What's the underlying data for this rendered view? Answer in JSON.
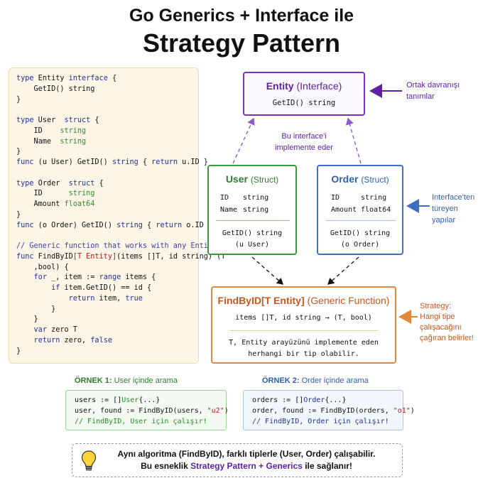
{
  "title": {
    "line1": "Go Generics + Interface ile",
    "line2": "Strategy Pattern"
  },
  "code": [
    [
      [
        "kw",
        "type"
      ],
      [
        "t",
        " Entity "
      ],
      [
        "kw",
        "interface"
      ],
      [
        "t",
        " {"
      ]
    ],
    [
      [
        "t",
        "    GetID() string"
      ]
    ],
    [
      [
        "t",
        "}"
      ]
    ],
    [],
    [
      [
        "kw",
        "type"
      ],
      [
        "t",
        " User  "
      ],
      [
        "kw",
        "struct"
      ],
      [
        "t",
        " {"
      ]
    ],
    [
      [
        "t",
        "    ID    "
      ],
      [
        "ty",
        "string"
      ]
    ],
    [
      [
        "t",
        "    Name  "
      ],
      [
        "ty",
        "string"
      ]
    ],
    [
      [
        "t",
        "}"
      ]
    ],
    [
      [
        "kw",
        "func"
      ],
      [
        "t",
        " (u User) GetID() "
      ],
      [
        "kw",
        "string"
      ],
      [
        "t",
        " { "
      ],
      [
        "kw",
        "return"
      ],
      [
        "t",
        " u.ID }"
      ]
    ],
    [],
    [
      [
        "kw",
        "type"
      ],
      [
        "t",
        " Order  "
      ],
      [
        "kw",
        "struct"
      ],
      [
        "t",
        " {"
      ]
    ],
    [
      [
        "t",
        "    ID      "
      ],
      [
        "ty",
        "string"
      ]
    ],
    [
      [
        "t",
        "    Amount "
      ],
      [
        "ty",
        "float64"
      ]
    ],
    [
      [
        "t",
        "}"
      ]
    ],
    [
      [
        "kw",
        "func"
      ],
      [
        "t",
        " (o Order) GetID() "
      ],
      [
        "kw",
        "string"
      ],
      [
        "t",
        " { "
      ],
      [
        "kw",
        "return"
      ],
      [
        "t",
        " o.ID }"
      ]
    ],
    [],
    [
      [
        "cm",
        "// Generic function that works with any Entity"
      ]
    ],
    [
      [
        "kw",
        "func"
      ],
      [
        "t",
        " FindByID"
      ],
      [
        "st",
        "[T Entity]"
      ],
      [
        "t",
        "(items []T, id string) (T"
      ]
    ],
    [
      [
        "t",
        "    ,bool) {"
      ]
    ],
    [
      [
        "t",
        "    "
      ],
      [
        "kw",
        "for"
      ],
      [
        "t",
        " _, item := "
      ],
      [
        "kw",
        "range"
      ],
      [
        "t",
        " items {"
      ]
    ],
    [
      [
        "t",
        "        "
      ],
      [
        "kw",
        "if"
      ],
      [
        "t",
        " item.GetID() == id {"
      ]
    ],
    [
      [
        "t",
        "            "
      ],
      [
        "kw",
        "return"
      ],
      [
        "t",
        " item, "
      ],
      [
        "kw",
        "true"
      ]
    ],
    [
      [
        "t",
        "        }"
      ]
    ],
    [
      [
        "t",
        "    }"
      ]
    ],
    [
      [
        "t",
        "    "
      ],
      [
        "kw",
        "var"
      ],
      [
        "t",
        " zero T"
      ]
    ],
    [
      [
        "t",
        "    "
      ],
      [
        "kw",
        "return"
      ],
      [
        "t",
        " zero, "
      ],
      [
        "kw",
        "false"
      ]
    ],
    [
      [
        "t",
        "}"
      ]
    ]
  ],
  "entity": {
    "name": "Entity",
    "kind": "(Interface)",
    "method": "GetID() string"
  },
  "user": {
    "name": "User",
    "kind": "(Struct)",
    "field1_name": "ID",
    "field1_type": "string",
    "field2_name": "Name",
    "field2_type": "string",
    "method": "GetID() string",
    "receiver": "(u User)"
  },
  "order": {
    "name": "Order",
    "kind": "(Struct)",
    "field1_name": "ID",
    "field1_type": "string",
    "field2_name": "Amount",
    "field2_type": "float64",
    "method": "GetID() string",
    "receiver": "(o Order)"
  },
  "findby": {
    "name": "FindByID[T Entity]",
    "kind": "(Generic Function)",
    "signature": "items []T, id string → (T, bool)",
    "desc1": "T, Entity arayüzünü implemente eden",
    "desc2": "herhangi bir tip olabilir."
  },
  "annotations": {
    "entity_1": "Ortak davranışı",
    "entity_2": "tanımlar",
    "implements_1": "Bu interface'i",
    "implements_2": "implemente eder",
    "derived_1": "Interface'ten",
    "derived_2": "türeyen",
    "derived_3": "yapılar",
    "strategy_1": "Strategy:",
    "strategy_2": "Hangi tipe",
    "strategy_3": "çalışacağını",
    "strategy_4": "çağıran belirler!"
  },
  "example1": {
    "label_bold": "ÖRNEK 1:",
    "label_rest": " User içinde arama",
    "lines": [
      [
        [
          "t",
          "users := []"
        ],
        [
          "ty",
          "User"
        ],
        [
          "t",
          "{...}"
        ]
      ],
      [
        [
          "t",
          "user, found := FindByID(users, "
        ],
        [
          "st",
          "\"u2\""
        ],
        [
          "t",
          ")"
        ]
      ],
      [
        [
          "ty",
          "// FindByID, User için çalışır!"
        ]
      ]
    ]
  },
  "example2": {
    "label_bold": "ÖRNEK 2:",
    "label_rest": " Order içinde arama",
    "lines": [
      [
        [
          "t",
          "orders := []"
        ],
        [
          "kw",
          "Order"
        ],
        [
          "t",
          "{...}"
        ]
      ],
      [
        [
          "t",
          "order, found := FindByID(orders, "
        ],
        [
          "st",
          "\"o1\""
        ],
        [
          "t",
          ")"
        ]
      ],
      [
        [
          "kw",
          "// FindByID, Order için çalışır!"
        ]
      ]
    ]
  },
  "summary": {
    "line1": "Aynı algoritma (FindByID), farklı tiplerle (User, Order) çalışabilir.",
    "line2_pre": "Bu esneklik ",
    "line2_bold": "Strategy Pattern + Generics",
    "line2_post": " ile sağlanır!"
  },
  "colors": {
    "entity": "#7b2fbf",
    "user": "#3c963c",
    "order": "#3f6fc0",
    "findby": "#e2873a",
    "accent_purple": "#5b1fa8"
  },
  "icons": {
    "summary": "lightbulb-icon"
  }
}
